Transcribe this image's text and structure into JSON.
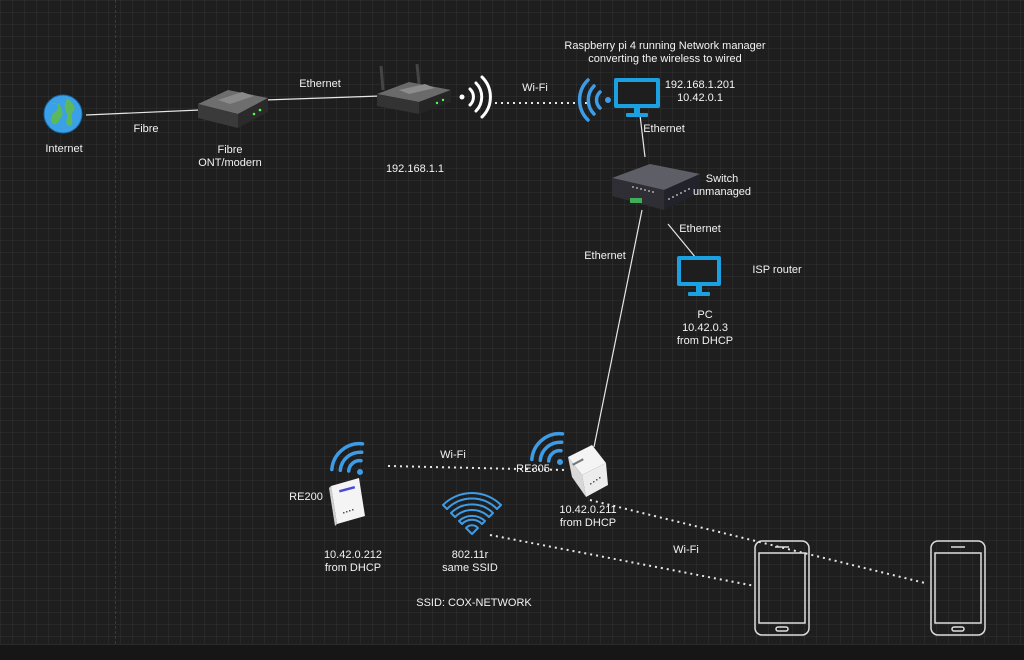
{
  "diagram": {
    "labels": {
      "internet": "Internet",
      "fibre": "Fibre",
      "ont_line1": "Fibre",
      "ont_line2": "ONT/modern",
      "ethernet_top": "Ethernet",
      "router_ip": "192.168.1.1",
      "wifi_top": "Wi-Fi",
      "rpi_title_line1": "Raspberry pi 4 running Network manager",
      "rpi_title_line2": "converting the wireless to wired",
      "rpi_ip1": "192.168.1.201",
      "rpi_ip2": "10.42.0.1",
      "ethernet_rpi": "Ethernet",
      "switch_line1": "Switch",
      "switch_line2": "unmanaged",
      "ethernet_switch_pc": "Ethernet",
      "ethernet_switch_re305": "Ethernet",
      "isp_router": "ISP router",
      "pc_line1": "PC",
      "pc_line2": "10.42.0.3",
      "pc_line3": "from DHCP",
      "wifi_mesh": "Wi-Fi",
      "re305": "RE305",
      "re305_ip_line1": "10.42.0.211",
      "re305_ip_line2": "from DHCP",
      "re200": "RE200",
      "re200_ip_line1": "10.42.0.212",
      "re200_ip_line2": "from DHCP",
      "roaming_line1": "802.11r",
      "roaming_line2": "same SSID",
      "wifi_phones": "Wi-Fi",
      "ssid": "SSID: COX-NETWORK"
    },
    "icons": [
      "globe-icon",
      "ont-modem-icon",
      "router-icon",
      "wifi-signal-icon",
      "raspberry-pi-monitor-icon",
      "switch-icon",
      "pc-monitor-icon",
      "re305-extender-icon",
      "re200-extender-icon",
      "phone-icon"
    ],
    "colors": {
      "background": "#1e1e1e",
      "wifi_blue": "#3e9ce6",
      "monitor_blue": "#1ba1e2",
      "line": "#e0e0e0"
    }
  }
}
